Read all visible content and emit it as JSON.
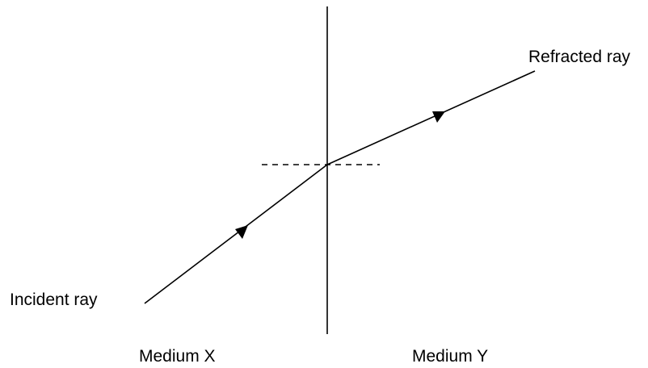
{
  "labels": {
    "refracted_ray": "Refracted ray",
    "incident_ray": "Incident ray",
    "medium_left": "Medium X",
    "medium_right": "Medium Y"
  },
  "colors": {
    "line": "#000000",
    "background": "#ffffff"
  }
}
